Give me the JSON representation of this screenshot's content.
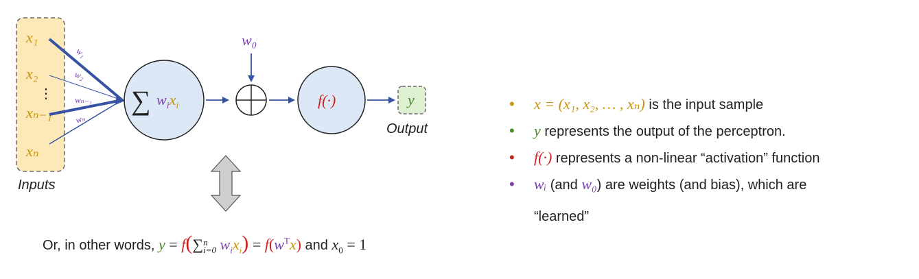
{
  "colors": {
    "input_fill": "#fde9b8",
    "input_border": "#6b6b6b",
    "x_color": "#c8960c",
    "w_color": "#7a3fb0",
    "edge_color": "#3553a0",
    "neuron_fill": "#dce8f6",
    "f_color": "#d02020",
    "y_color": "#4a8a2a",
    "y_fill": "#dff0d2",
    "arrow_gray": "#cfcfcf"
  },
  "diagram": {
    "inputs": [
      "x₁",
      "x₂",
      "⋮",
      "xₙ₋₁",
      "xₙ"
    ],
    "weights": [
      "w₁",
      "w₂",
      "wₙ₋₁",
      "wₙ"
    ],
    "inputs_label": "Inputs",
    "sum_symbol": "∑",
    "sum_w": "w",
    "sum_w_sub": "i",
    "sum_x": "x",
    "sum_x_sub": "i",
    "bias": "w₀",
    "oplus": "⊕",
    "activation": "f(·)",
    "output": "y",
    "output_label": "Output"
  },
  "caption": {
    "prefix": "Or, in other words,",
    "y": "y",
    "eq1": "=",
    "f1": "f",
    "lparen": "(",
    "sum": "∑",
    "sum_sub": "i=0",
    "sum_sup": "n",
    "w": "w",
    "w_sub": "i",
    "x": "x",
    "x_sub": "i",
    "rparen": ")",
    "eq2": "=",
    "f2": "f",
    "lp2": "(",
    "wT": "w",
    "T": "T",
    "x2": "x",
    "rp2": ")",
    "and": "and",
    "x0": "x",
    "x0_sub": "0",
    "eq3": "= 1"
  },
  "bullets": [
    {
      "dot": "•",
      "math": "x = (x₁, x₂, … , xₙ)",
      "text": " is the input sample"
    },
    {
      "dot": "•",
      "math": "y",
      "text": " represents the output of the perceptron."
    },
    {
      "dot": "•",
      "math": "f(·)",
      "text": " represents a non-linear “activation” function"
    },
    {
      "dot": "•",
      "math": "wᵢ",
      "text_a": " (and ",
      "math2": "w₀",
      "text_b": ") are weights (and bias), which are",
      "cont": "“learned”"
    }
  ]
}
